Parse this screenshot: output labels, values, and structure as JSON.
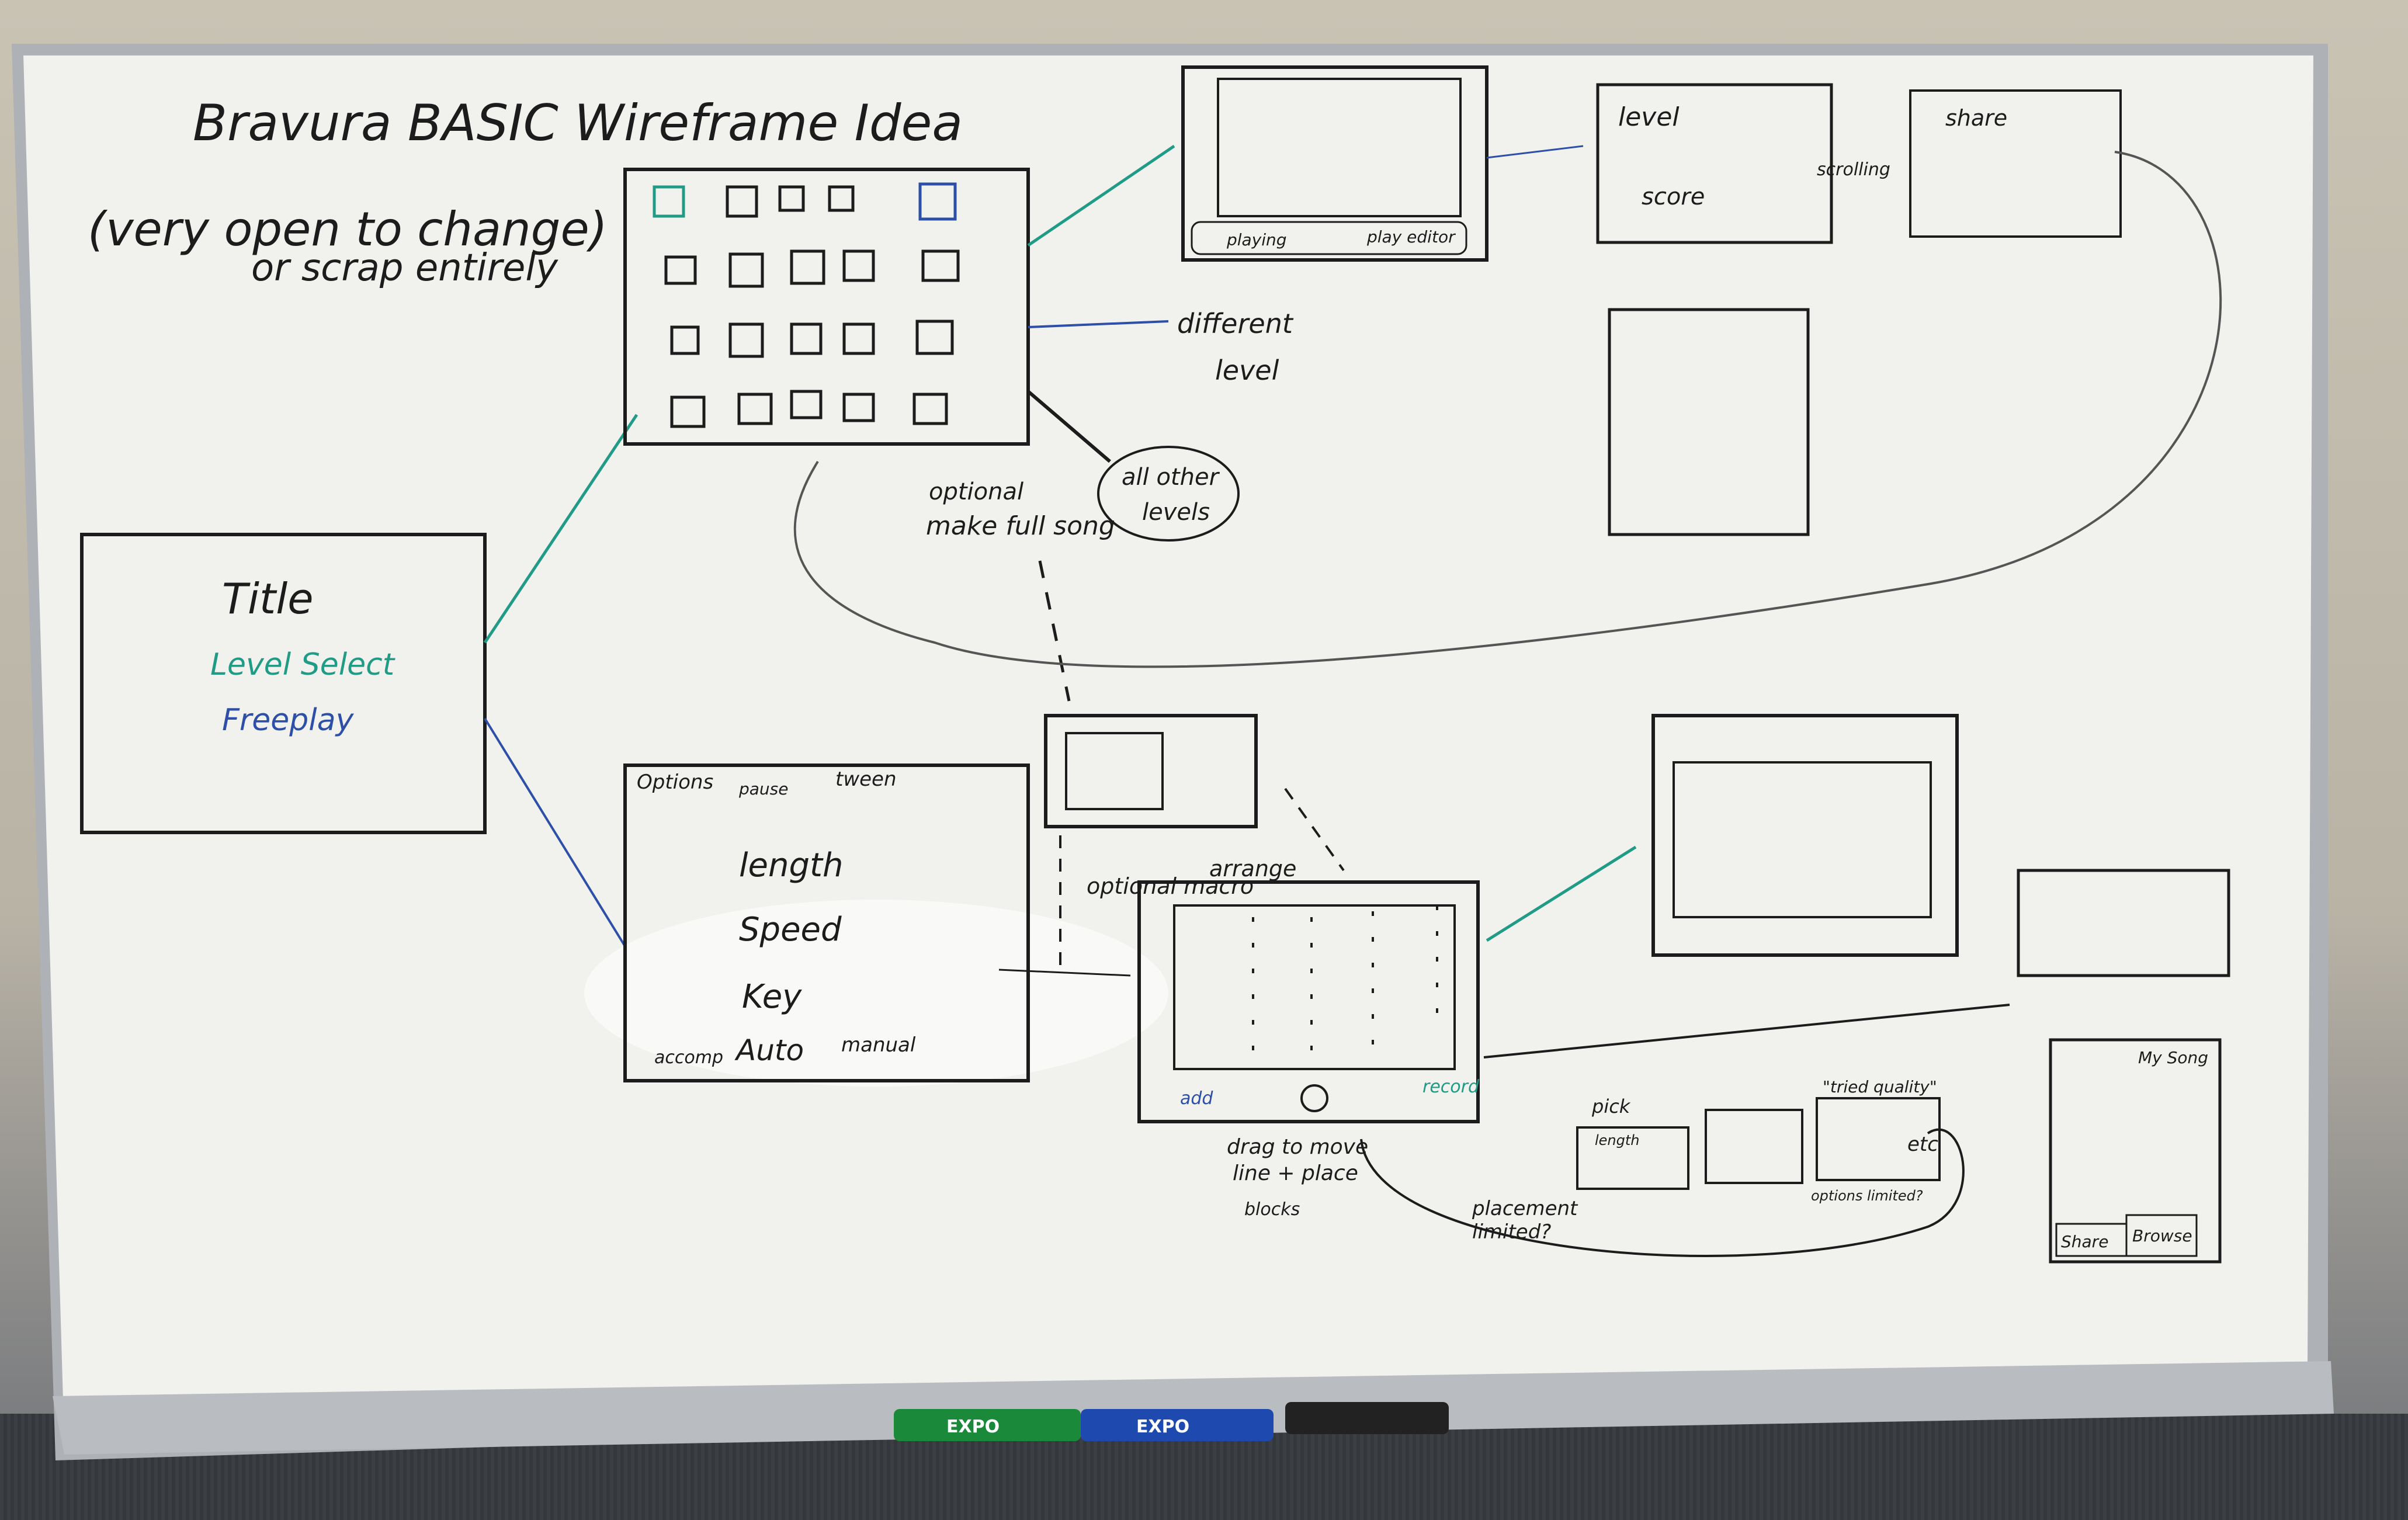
{
  "board": {
    "title": "Bravura BASIC Wireframe Idea",
    "subtitle_line1": "(very open to change)",
    "subtitle_line2": "or scrap entirely"
  },
  "title_screen": {
    "title": "Title",
    "option1": "Level Select",
    "option2": "Freeplay"
  },
  "level_select": {
    "different_level": [
      "different",
      "level"
    ],
    "all_other_levels": [
      "all other",
      "levels"
    ],
    "optional_note": [
      "optional",
      "make full song"
    ]
  },
  "level_play": {
    "button_left": "playing",
    "button_right": "play editor"
  },
  "score_screen": {
    "label_level": "level",
    "label_score": "score",
    "label_scrolling": "scrolling",
    "share": "share"
  },
  "options_panel": {
    "heading": "Options",
    "opt1": "pause",
    "opt2": "tween",
    "length": "length",
    "speed": "Speed",
    "key": "Key",
    "footer_left": "accomp",
    "footer_mid": "Auto",
    "footer_right": "manual"
  },
  "macro": {
    "note": [
      "optional macro",
      "arrange"
    ],
    "b1": "add",
    "b3": "record"
  },
  "editor_notes": {
    "drag": [
      "drag to move",
      "line + place",
      "blocks"
    ],
    "placement": [
      "placement",
      "limited?"
    ],
    "pick": "pick",
    "length": "length",
    "etc": "etc",
    "quality": "\"tried quality\"",
    "options_limited": "options limited?"
  },
  "my_song": {
    "label": "My Song",
    "btn_left": "Share",
    "btn_right": "Browse"
  },
  "markers": {
    "green": "EXPO",
    "blue": "EXPO"
  },
  "colors": {
    "ink_black": "#1c1c1c",
    "ink_green": "#1f9b86",
    "ink_blue": "#2d4fa8",
    "board": "#eeeeea",
    "frame": "#b9bcc0"
  }
}
